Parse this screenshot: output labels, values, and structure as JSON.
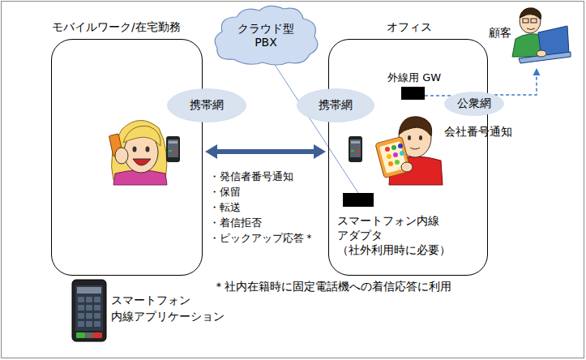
{
  "diagram": {
    "nodes": [
      {
        "text": [
          "モバイルワーク/在宅勤務"
        ]
      },
      {
        "text": [
          "携帯網"
        ],
        "in": 0
      },
      {
        "text": [
          "クラウド型 PBX"
        ]
      },
      {
        "text": [
          "オフィス"
        ]
      },
      {
        "text": [
          "携帯網"
        ],
        "in": 3
      },
      {
        "text": [
          "外線用 GW"
        ],
        "in": 3
      },
      {
        "text": [
          "公衆網"
        ]
      },
      {
        "text": [
          "顧客"
        ]
      },
      {
        "text": [
          "スマートフォン内線 アダプタ （社外利用時に必要）"
        ],
        "in": 3
      }
    ],
    "edges": [
      {
        "from": 0,
        "to": 3,
        "arrow": "both"
      },
      {
        "from": 2,
        "to": 8,
        "arrow": "none"
      },
      {
        "from": 5,
        "to": 6,
        "arrow": "none"
      },
      {
        "from": 6,
        "to": 7,
        "arrow": "to"
      }
    ],
    "labels": [
      "・発信者番号通知",
      "・保留",
      "・転送",
      "・着信拒否",
      "・ピックアップ応答＊",
      "会社番号通知",
      "＊社内在籍時に固定電話機への着信応答に利用",
      "スマートフォン 内線アプリケーション"
    ]
  }
}
